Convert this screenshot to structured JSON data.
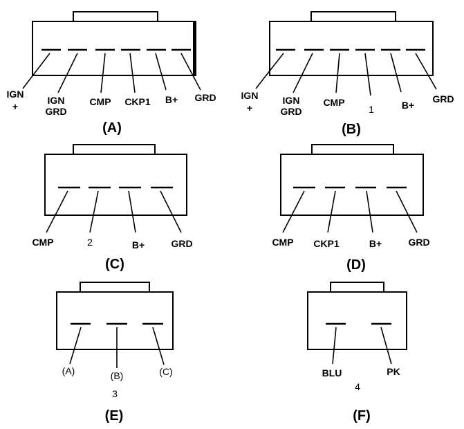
{
  "connectors": [
    {
      "id": "A",
      "caption": "(A)",
      "note": "",
      "pins": [
        {
          "label_lines": [
            "IGN",
            "+"
          ]
        },
        {
          "label_lines": [
            "IGN",
            "GRD"
          ]
        },
        {
          "label_lines": [
            "CMP"
          ]
        },
        {
          "label_lines": [
            "CKP1"
          ]
        },
        {
          "label_lines": [
            "B+"
          ]
        },
        {
          "label_lines": [
            "GRD"
          ]
        }
      ]
    },
    {
      "id": "B",
      "caption": "(B)",
      "note": "",
      "pins": [
        {
          "label_lines": [
            "IGN",
            "+"
          ]
        },
        {
          "label_lines": [
            "IGN",
            "GRD"
          ]
        },
        {
          "label_lines": [
            "CMP"
          ]
        },
        {
          "label_lines": [
            "1"
          ]
        },
        {
          "label_lines": [
            "B+"
          ]
        },
        {
          "label_lines": [
            "GRD"
          ]
        }
      ]
    },
    {
      "id": "C",
      "caption": "(C)",
      "note": "",
      "pins": [
        {
          "label_lines": [
            "CMP"
          ]
        },
        {
          "label_lines": [
            "2"
          ]
        },
        {
          "label_lines": [
            "B+"
          ]
        },
        {
          "label_lines": [
            "GRD"
          ]
        }
      ]
    },
    {
      "id": "D",
      "caption": "(D)",
      "note": "",
      "pins": [
        {
          "label_lines": [
            "CMP"
          ]
        },
        {
          "label_lines": [
            "CKP1"
          ]
        },
        {
          "label_lines": [
            "B+"
          ]
        },
        {
          "label_lines": [
            "GRD"
          ]
        }
      ]
    },
    {
      "id": "E",
      "caption": "(E)",
      "note": "3",
      "pins": [
        {
          "label_lines": [
            "(A)"
          ]
        },
        {
          "label_lines": [
            "(B)"
          ]
        },
        {
          "label_lines": [
            "(C)"
          ]
        }
      ]
    },
    {
      "id": "F",
      "caption": "(F)",
      "note": "4",
      "pins": [
        {
          "label_lines": [
            "BLU"
          ]
        },
        {
          "label_lines": [
            "PK"
          ]
        }
      ]
    }
  ]
}
